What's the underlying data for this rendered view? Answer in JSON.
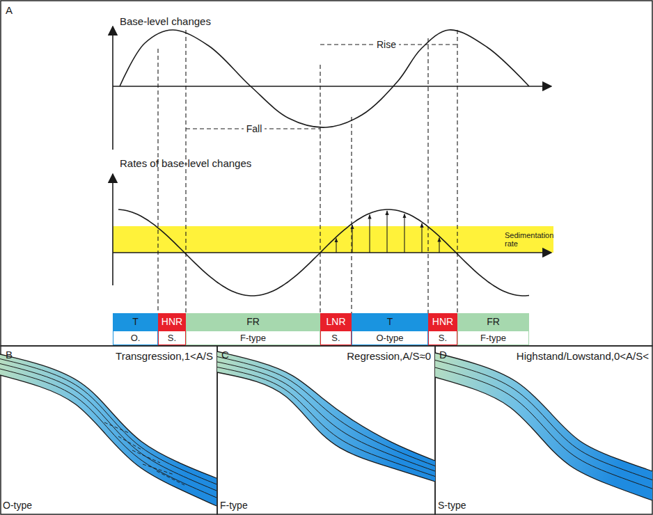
{
  "diagram": {
    "nodes": [
      {
        "text": [
          "Sedimentation rate"
        ]
      },
      {
        "text": [
          "T"
        ]
      },
      {
        "text": [
          "HNR"
        ]
      },
      {
        "text": [
          "FR"
        ]
      },
      {
        "text": [
          "LNR"
        ]
      },
      {
        "text": [
          "T"
        ]
      },
      {
        "text": [
          "HNR"
        ]
      },
      {
        "text": [
          "FR"
        ]
      },
      {
        "text": [
          "O."
        ]
      },
      {
        "text": [
          "S."
        ]
      },
      {
        "text": [
          "F-type"
        ]
      },
      {
        "text": [
          "S."
        ]
      },
      {
        "text": [
          "O-type"
        ]
      },
      {
        "text": [
          "S."
        ]
      },
      {
        "text": [
          "F-type"
        ]
      }
    ],
    "labels": [
      "A",
      "Base-level changes",
      "Rise",
      "Fall",
      "Rates of base-level changes",
      "B",
      "Transgression,1<A/S",
      "O-type",
      "C",
      "Regression,A/S≈0",
      "F-type",
      "D",
      "Highstand/Lowstand,0<A/S<",
      "S-type"
    ]
  }
}
